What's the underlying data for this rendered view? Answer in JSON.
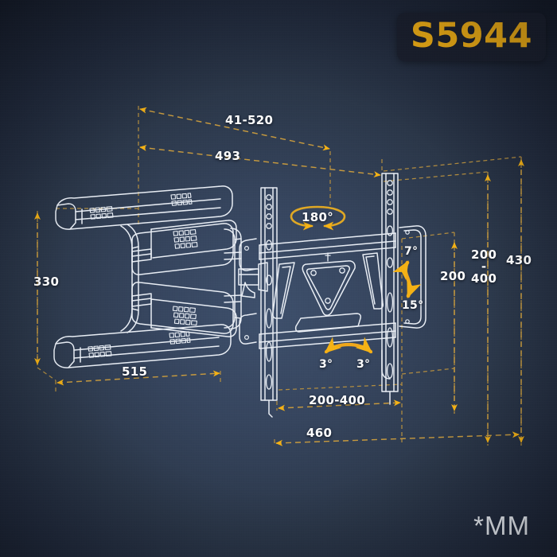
{
  "product": {
    "model_code": "S5944"
  },
  "units_note": "*MM",
  "dimensions": {
    "depth_range": "41-520",
    "extension": "493",
    "height_left": "330",
    "width_arm": "515",
    "vesa_width": "200-400",
    "plate_width": "460",
    "vesa_height_small": "200",
    "vesa_height_range_top": "200",
    "vesa_height_range_sep": "-",
    "vesa_height_range_bottom": "400",
    "plate_height": "430"
  },
  "articulation": {
    "swivel": "180°",
    "tilt_up": "7°",
    "tilt_down": "15°",
    "rotate_left": "3°",
    "rotate_right": "3°"
  },
  "colors": {
    "accent": "#f5b215",
    "dim_line": "#c79a3e",
    "outline": "#e9eef5",
    "background_center": "#3e506c",
    "background_edge": "#151b28",
    "badge_bg": "#1b202e"
  }
}
